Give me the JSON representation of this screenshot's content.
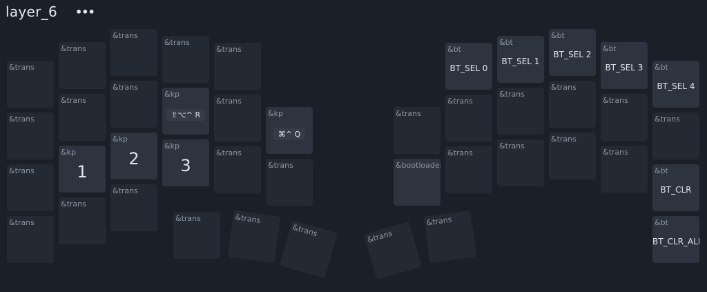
{
  "header": {
    "title": "layer_6",
    "menu_icon": "•••"
  },
  "keys": [
    {
      "id": "l-c0-r1",
      "b": "&trans"
    },
    {
      "id": "l-c0-r2",
      "b": "&trans"
    },
    {
      "id": "l-c0-r3",
      "b": "&trans"
    },
    {
      "id": "l-c0-r4",
      "b": "&trans"
    },
    {
      "id": "l-c1-r1",
      "b": "&trans"
    },
    {
      "id": "l-c1-r2",
      "b": "&trans"
    },
    {
      "id": "l-c1-r3",
      "b": "&kp",
      "p": "1"
    },
    {
      "id": "l-c1-r4",
      "b": "&trans"
    },
    {
      "id": "l-c2-r1",
      "b": "&trans"
    },
    {
      "id": "l-c2-r2",
      "b": "&trans"
    },
    {
      "id": "l-c2-r3",
      "b": "&kp",
      "p": "2"
    },
    {
      "id": "l-c2-r4",
      "b": "&trans"
    },
    {
      "id": "l-c3-r1",
      "b": "&trans"
    },
    {
      "id": "l-c3-r2",
      "b": "&kp",
      "p": "⇧⌥^ R"
    },
    {
      "id": "l-c3-r3",
      "b": "&kp",
      "p": "3"
    },
    {
      "id": "l-c4-r1",
      "b": "&trans"
    },
    {
      "id": "l-c4-r2",
      "b": "&trans"
    },
    {
      "id": "l-c4-r3",
      "b": "&trans"
    },
    {
      "id": "l-c5-r2",
      "b": "&kp",
      "p": "⌘^ Q"
    },
    {
      "id": "l-c5-r3",
      "b": "&trans"
    },
    {
      "id": "l-thumb-1",
      "b": "&trans"
    },
    {
      "id": "l-thumb-2",
      "b": "&trans"
    },
    {
      "id": "l-thumb-3",
      "b": "&trans"
    },
    {
      "id": "r-thumb-1",
      "b": "&trans"
    },
    {
      "id": "r-thumb-2",
      "b": "&trans"
    },
    {
      "id": "r-c0-r2",
      "b": "&trans"
    },
    {
      "id": "r-c0-r3",
      "b": "&bootloader"
    },
    {
      "id": "r-c1-r1",
      "b": "&bt",
      "p": "BT_SEL 0"
    },
    {
      "id": "r-c1-r2",
      "b": "&trans"
    },
    {
      "id": "r-c1-r3",
      "b": "&trans"
    },
    {
      "id": "r-c2-r1",
      "b": "&bt",
      "p": "BT_SEL 1"
    },
    {
      "id": "r-c2-r2",
      "b": "&trans"
    },
    {
      "id": "r-c2-r3",
      "b": "&trans"
    },
    {
      "id": "r-c3-r1",
      "b": "&bt",
      "p": "BT_SEL 2"
    },
    {
      "id": "r-c3-r2",
      "b": "&trans"
    },
    {
      "id": "r-c3-r3",
      "b": "&trans"
    },
    {
      "id": "r-c4-r1",
      "b": "&bt",
      "p": "BT_SEL 3"
    },
    {
      "id": "r-c4-r2",
      "b": "&trans"
    },
    {
      "id": "r-c4-r3",
      "b": "&trans"
    },
    {
      "id": "r-c5-r1",
      "b": "&bt",
      "p": "BT_SEL 4"
    },
    {
      "id": "r-c5-r2",
      "b": "&trans"
    },
    {
      "id": "r-c5-r3",
      "b": "&bt",
      "p": "BT_CLR"
    },
    {
      "id": "r-c5-r4",
      "b": "&bt",
      "p": "BT_CLR_ALL"
    }
  ]
}
